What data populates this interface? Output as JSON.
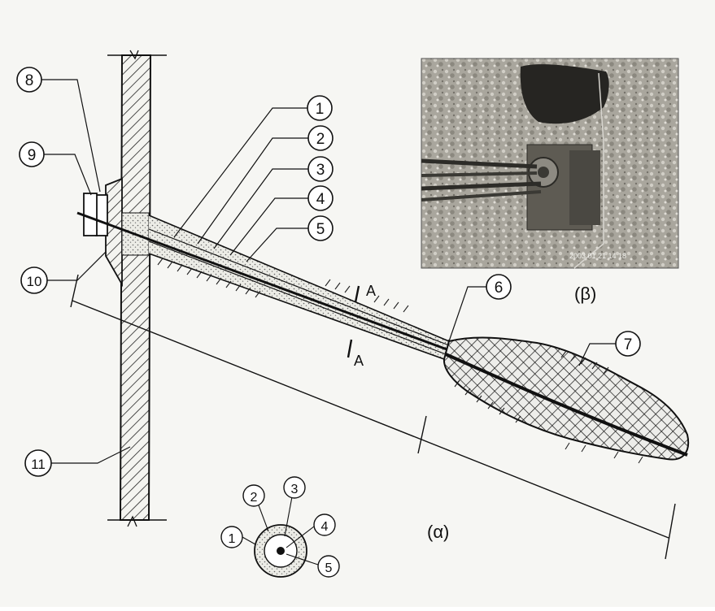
{
  "figure": {
    "panel_a_label": "(α)",
    "panel_b_label": "(β)",
    "section_label": "A",
    "photo_timestamp": "2003 01 21  14 18"
  },
  "callouts": {
    "c1": "1",
    "c2": "2",
    "c3": "3",
    "c4": "4",
    "c5": "5",
    "c6": "6",
    "c7": "7",
    "c8": "8",
    "c9": "9",
    "c10": "10",
    "c11": "11"
  },
  "cross_section": {
    "c1": "1",
    "c2": "2",
    "c3": "3",
    "c4": "4",
    "c5": "5"
  },
  "colors": {
    "line": "#111111",
    "grout_fill": "#e3e3dc",
    "photo_dark": "#2a2a28",
    "photo_light": "#bdbab2"
  }
}
